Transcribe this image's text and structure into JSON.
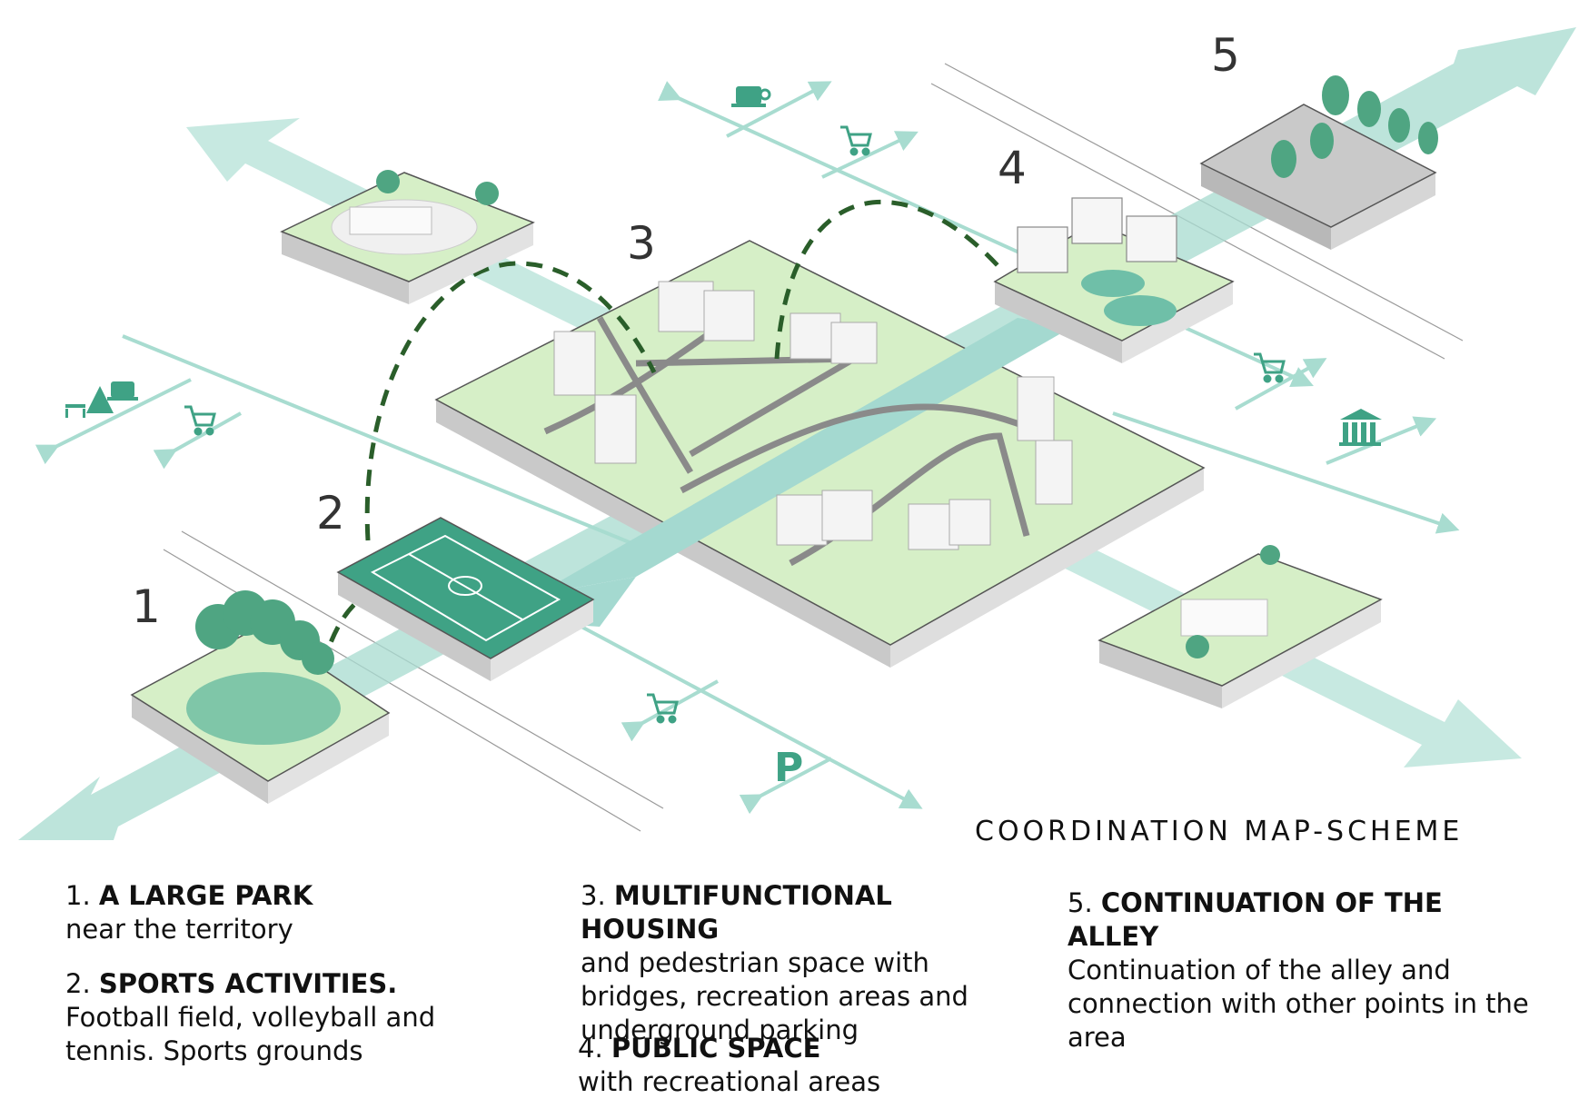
{
  "diagram": {
    "title": "COORDINATION MAP-SCHEME",
    "markers": [
      "1",
      "2",
      "3",
      "4",
      "5"
    ],
    "icons": [
      "cafe-icon",
      "shopping-cart-icon",
      "park-bench-icon",
      "library-icon",
      "parking-sign-icon"
    ],
    "parking_letter": "P",
    "colors": {
      "accent": "#5fb39a",
      "arrow": "#a8dcd0",
      "ground": "#d9f0c9",
      "water": "#a4d9d0",
      "field": "#3fa285",
      "dashed": "#2a5e2a"
    }
  },
  "legend": [
    {
      "num": "1.",
      "heading": "A LARGE PARK",
      "body": "near the territory"
    },
    {
      "num": "2.",
      "heading": "SPORTS ACTIVITIES.",
      "body": "Football field, volleyball and tennis. Sports grounds"
    },
    {
      "num": "3.",
      "heading": "MULTIFUNCTIONAL HOUSING",
      "body": "and pedestrian space with bridges, recreation areas and underground parking"
    },
    {
      "num": "4.",
      "heading": "PUBLIC SPACE",
      "body": "with recreational areas"
    },
    {
      "num": "5.",
      "heading": "CONTINUATION OF THE ALLEY",
      "body": "Continuation of the alley and connection with other points in the area"
    }
  ]
}
